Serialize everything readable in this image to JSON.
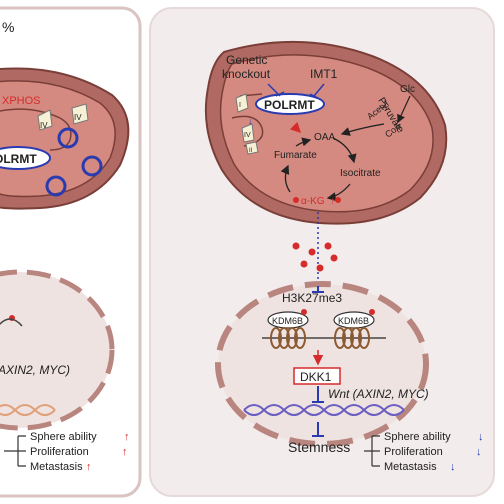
{
  "left_panel": {
    "corner_mark": "%",
    "oxphos_label": "XPHOS",
    "complex_iv_a": "IV",
    "complex_iv_b": "IV",
    "polrmt_label": "OLRMT",
    "wnt_label": "(AXIN2, MYC)",
    "effects": {
      "sphere": "Sphere ability",
      "proliferation": "Proliferation",
      "metastasis": "Metastasis",
      "arrow": "↑"
    }
  },
  "right_panel": {
    "genetic_knockout": [
      "Genetic",
      "knockout"
    ],
    "imt1": "IMT1",
    "polrmt": "POLRMT",
    "glc": "Glc",
    "pyruvate": "Pyruvate",
    "acetyl": "Acetyl",
    "coa": "CoA",
    "oaa": "OAA",
    "fumarate": "Fumarate",
    "isocitrate": "Isocitrate",
    "akg": "α-KG",
    "akg_arrow": "↑",
    "complex_labels": [
      "I",
      "IV",
      "II"
    ],
    "h3k27me3": "H3K27me3",
    "kdm6b_a": "KDM6B",
    "kdm6b_b": "KDM6B",
    "dkk1": "DKK1",
    "wnt": "Wnt (AXIN2, MYC)",
    "stemness": "Stemness",
    "effects": {
      "sphere": "Sphere ability",
      "proliferation": "Proliferation",
      "metastasis": "Metastasis",
      "arrow": "↓"
    }
  },
  "colors": {
    "panel_bg": "#f3ecec",
    "panel_border": "#d9c3c3",
    "mito_outer": "#b06a63",
    "mito_inner": "#d48a80",
    "membrane": "#7a3e38",
    "red": "#d62b2b",
    "blue": "#2a3bb0",
    "nucleus_border": "#b9857f",
    "nucleus_fill": "#efe3e1",
    "dna": "#8c7a70"
  }
}
